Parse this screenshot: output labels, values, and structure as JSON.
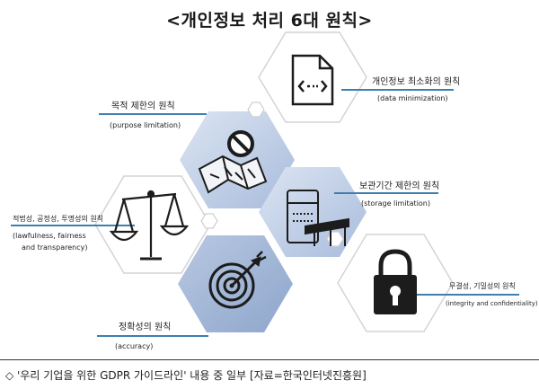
{
  "title": "<개인정보 처리 6대 원칙>",
  "principles": [
    {
      "ko": "개인정보 최소화의 원칙",
      "en": "(data minimization)",
      "icon": "document-code-icon"
    },
    {
      "ko": "목적 제한의 원칙",
      "en": "(purpose limitation)",
      "icon": "map-prohibited-icon"
    },
    {
      "ko": "보관기간 제한의 원칙",
      "en": "(storage limitation)",
      "icon": "server-barrier-icon"
    },
    {
      "ko": "적법성, 공정성, 투명성의 원칙",
      "en_lines": [
        "(lawfulness, fairness",
        "and transparency)"
      ],
      "icon": "scales-icon"
    },
    {
      "ko": "무결성, 기밀성의 원칙",
      "en": "(integrity and confidentiality)",
      "icon": "padlock-icon"
    },
    {
      "ko": "정확성의 원칙",
      "en": "(accuracy)",
      "icon": "target-arrow-icon"
    }
  ],
  "caption": "◇ '우리 기업을 위한 GDPR 가이드라인' 내용 중 일부 [자료=한국인터넷진흥원]",
  "colors": {
    "hex_blue_dark": "#9eb3d3",
    "hex_blue_mid": "#c4d1e6",
    "hex_blue_light": "#dde6f3",
    "hex_outline": "#d6d6d6",
    "leader_line": "#3f7fb0",
    "icon": "#1c1c1c"
  }
}
